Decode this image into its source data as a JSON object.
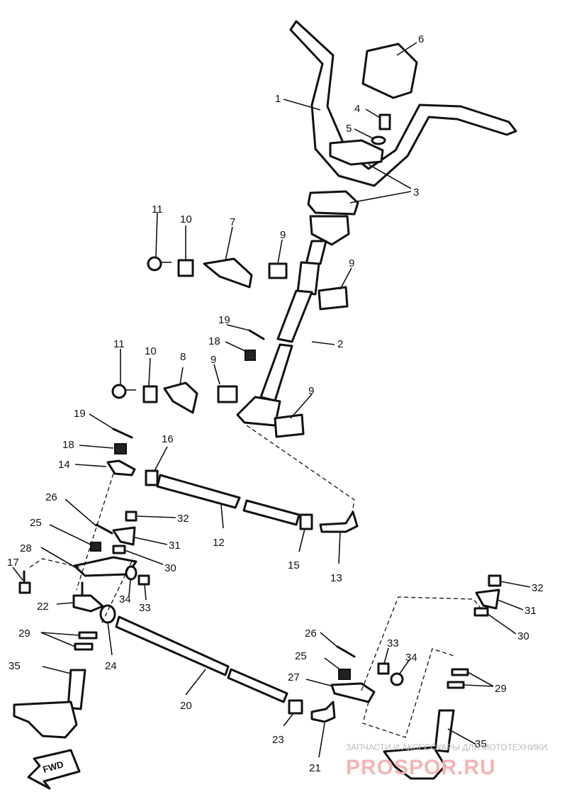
{
  "diagram": {
    "part_numbers": [
      "1",
      "2",
      "3",
      "4",
      "5",
      "6",
      "7",
      "8",
      "9",
      "10",
      "11",
      "12",
      "13",
      "14",
      "15",
      "16",
      "17",
      "18",
      "19",
      "20",
      "21",
      "22",
      "23",
      "24",
      "25",
      "26",
      "27",
      "28",
      "29",
      "30",
      "31",
      "32",
      "33",
      "34",
      "35"
    ],
    "fwd_label": "FWD"
  },
  "watermark": {
    "caption": "ЗАПЧАСТИ И АКСЕССУАРЫ ДЛЯ МОТОТЕХНИКИ",
    "brand": "PROSPOR.RU"
  }
}
